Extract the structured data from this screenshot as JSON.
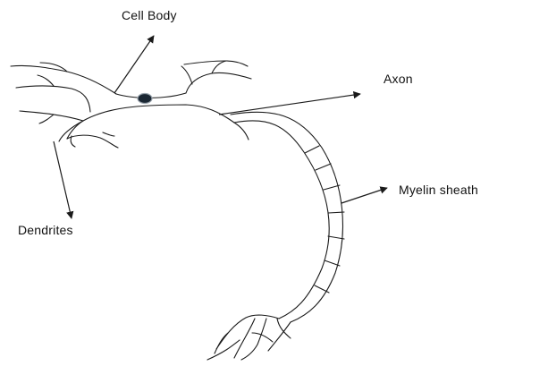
{
  "labels": {
    "cell_body": "Cell Body",
    "axon": "Axon",
    "myelin_sheath": "Myelin sheath",
    "dendrites": "Dendrites"
  },
  "colors": {
    "ink": "#1a1a1a",
    "nucleus_fill": "#1b2733"
  }
}
